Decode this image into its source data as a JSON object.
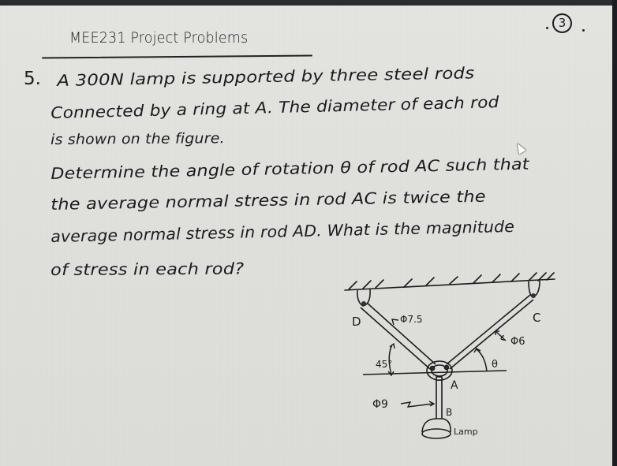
{
  "document": {
    "header": {
      "title": "MEE231  Project Problems",
      "page_number": "3"
    },
    "problem": {
      "number": "5.",
      "lines": [
        "A 300N lamp is supported by three steel rods",
        "Connected by a ring at A. The diameter of each rod",
        "is shown on the figure.",
        "Determine the angle of rotation θ of rod AC such that",
        "the average normal stress in rod AC is twice the",
        "average normal stress in rod AD. What is the magnitude",
        "of stress in each rod?"
      ]
    },
    "figure": {
      "labels": {
        "point_d": "D",
        "point_c": "C",
        "point_a": "A",
        "point_b": "B",
        "lamp": "Lamp",
        "rod_ad_diameter": "Φ7.5",
        "rod_ac_diameter": "Φ6",
        "rod_ab_diameter": "Φ9",
        "angle_ad": "45°",
        "angle_ac": "θ"
      }
    }
  }
}
